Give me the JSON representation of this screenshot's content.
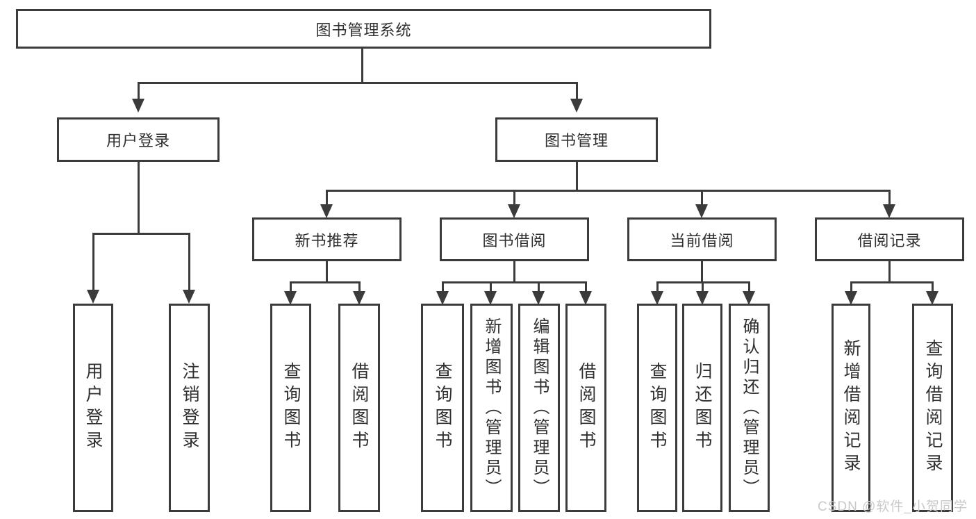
{
  "diagram": {
    "line_color": "#3b3b3b",
    "nodes": {
      "root": "图书管理系统",
      "user_login": "用户登录",
      "book_mgmt": "图书管理",
      "new_book_rec": "新书推荐",
      "book_borrow": "图书借阅",
      "current_borrow": "当前借阅",
      "borrow_record": "借阅记录",
      "ul_user_login": "用户登录",
      "ul_logout": "注销登录",
      "nb_query_book": "查询图书",
      "nb_borrow_book": "借阅图书",
      "bb_query_book": "查询图书",
      "bb_add_book": "新增图书（管理员）",
      "bb_edit_book": "编辑图书（管理员）",
      "bb_borrow_book": "借阅图书",
      "cb_query_book": "查询图书",
      "cb_return_book": "归还图书",
      "cb_confirm_return": "确认归还（管理员）",
      "br_add_record": "新增借阅记录",
      "br_query_record": "查询借阅记录"
    }
  },
  "watermark": "CSDN @软件_小贺同学"
}
